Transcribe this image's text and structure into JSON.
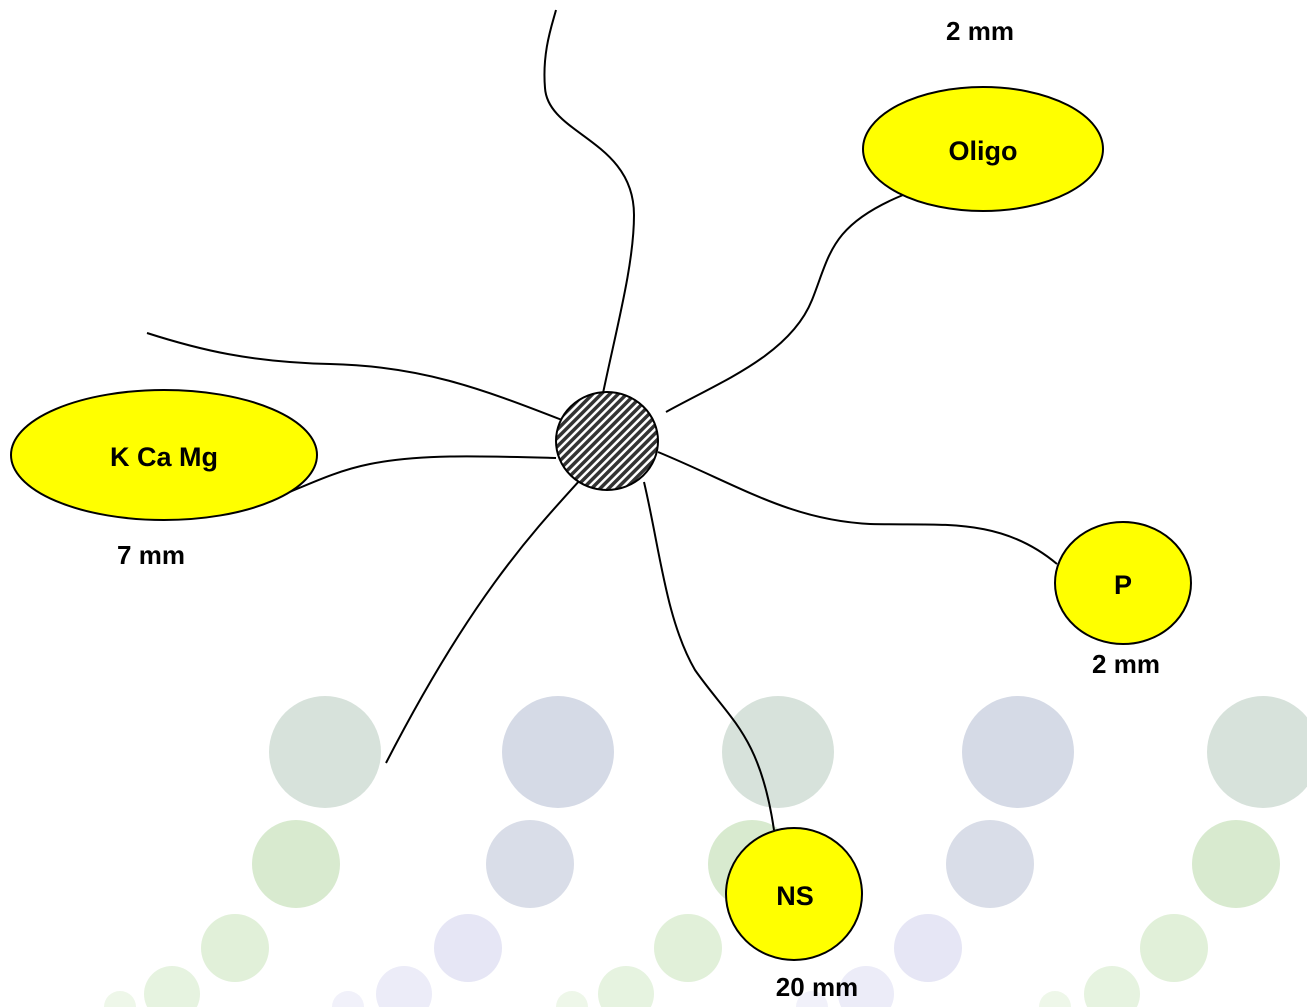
{
  "colors": {
    "background": "#ffffff",
    "nutrient_fill": "#ffff00",
    "outline": "#000000",
    "center_hatch": "#333333"
  },
  "nutrients": {
    "oligo": {
      "label": "Oligo",
      "distance": "2 mm"
    },
    "kcamg": {
      "label": "K Ca Mg",
      "distance": "7 mm"
    },
    "p": {
      "label": "P",
      "distance": "2 mm"
    },
    "ns": {
      "label": "NS",
      "distance": "20 mm"
    }
  }
}
